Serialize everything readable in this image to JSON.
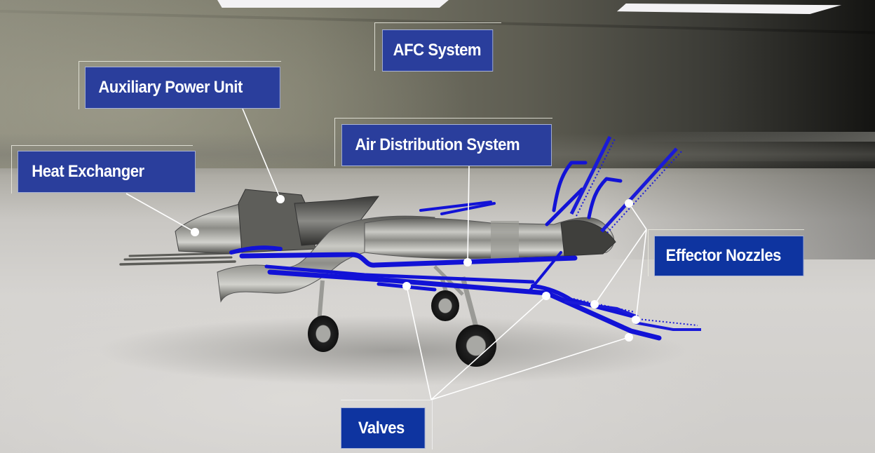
{
  "diagram": {
    "subject": "AFC system components on aircraft frame",
    "colors": {
      "label_bg": "#2a3e9c",
      "label_bg_alt": "#0e34a0",
      "label_text": "#ffffff",
      "duct_blue": "#1010d8",
      "leader_line": "#ffffff"
    },
    "callouts": [
      {
        "id": "afc-system",
        "label": "AFC System"
      },
      {
        "id": "auxiliary-power-unit",
        "label": "Auxiliary Power Unit"
      },
      {
        "id": "heat-exchanger",
        "label": "Heat Exchanger"
      },
      {
        "id": "air-distribution-system",
        "label": "Air Distribution System"
      },
      {
        "id": "effector-nozzles",
        "label": "Effector Nozzles"
      },
      {
        "id": "valves",
        "label": "Valves"
      }
    ]
  }
}
